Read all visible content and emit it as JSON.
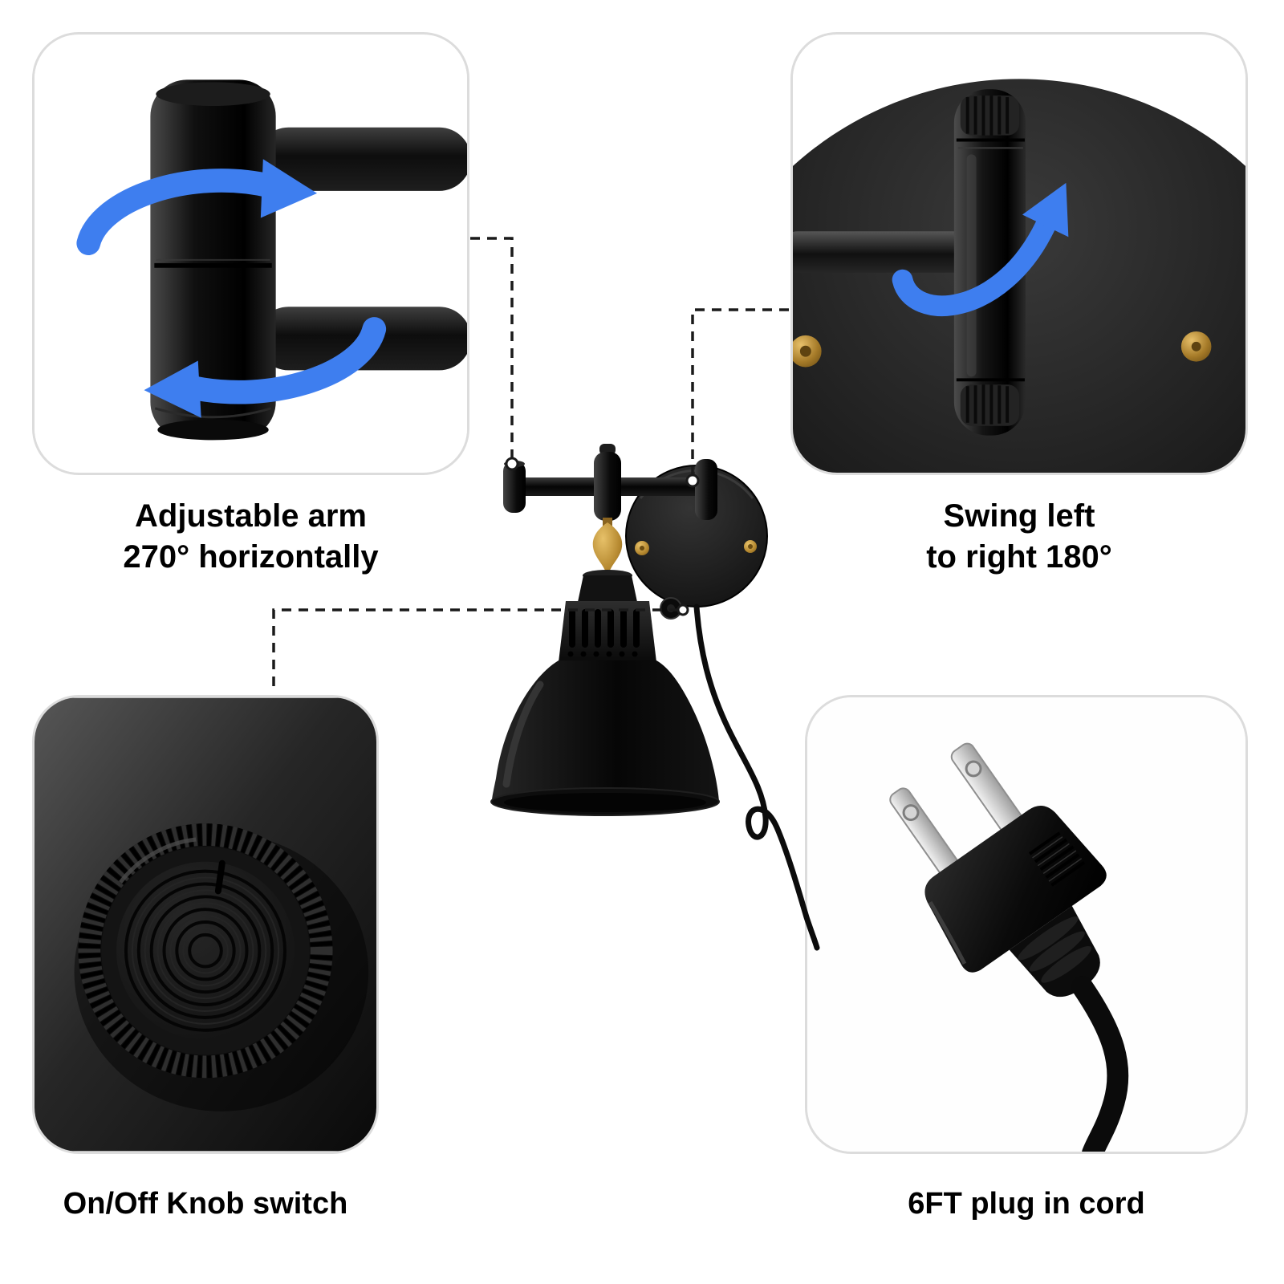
{
  "callouts": {
    "adjustable_arm": {
      "line1": "Adjustable arm",
      "line2": "270° horizontally"
    },
    "swing_range": {
      "line1": "Swing left",
      "line2": "to right 180°"
    },
    "knob_switch": {
      "label": "On/Off Knob switch"
    },
    "plug_cord": {
      "label": "6FT plug in cord"
    }
  },
  "colors": {
    "arrow_blue": "#3E7EEF",
    "panel_border": "#DCDCDC",
    "background": "#FFFFFF",
    "text": "#000000",
    "lamp_black": "#121212",
    "brass_accent": "#B5882F",
    "cord_black": "#0B0B0B"
  },
  "icons": {
    "rotate_arrow_top": "curved-arrow-right-icon",
    "rotate_arrow_bottom": "curved-arrow-left-icon",
    "swing_arrow": "curved-arrow-right-icon",
    "leader_marker": "circle-endpoint-marker"
  }
}
